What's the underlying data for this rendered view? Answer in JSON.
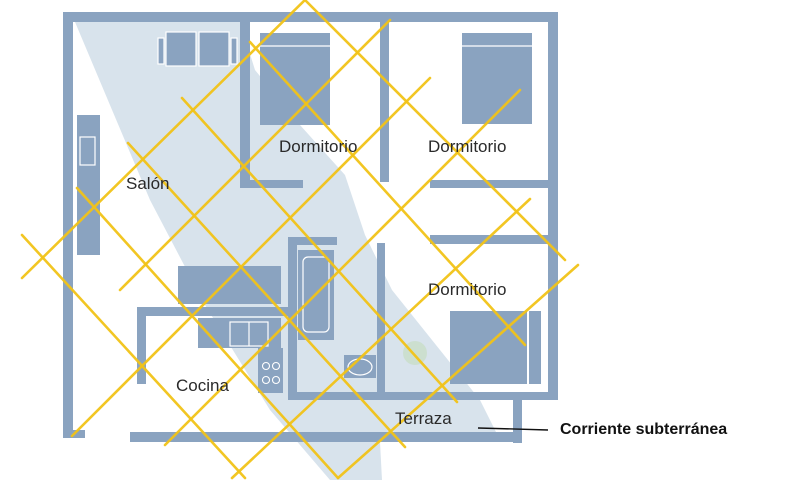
{
  "colors": {
    "walls": "#8aa3c0",
    "underground_stream": "#d8e3ec",
    "energy_grid_lines": "#f2c318",
    "marker": "#c9ddc8"
  },
  "rooms": {
    "living_room": "Salón",
    "bedroom_1": "Dormitorio",
    "bedroom_2": "Dormitorio",
    "bedroom_3": "Dormitorio",
    "kitchen": "Cocina",
    "terrace": "Terraza"
  },
  "callout": {
    "label": "Corriente subterránea"
  }
}
